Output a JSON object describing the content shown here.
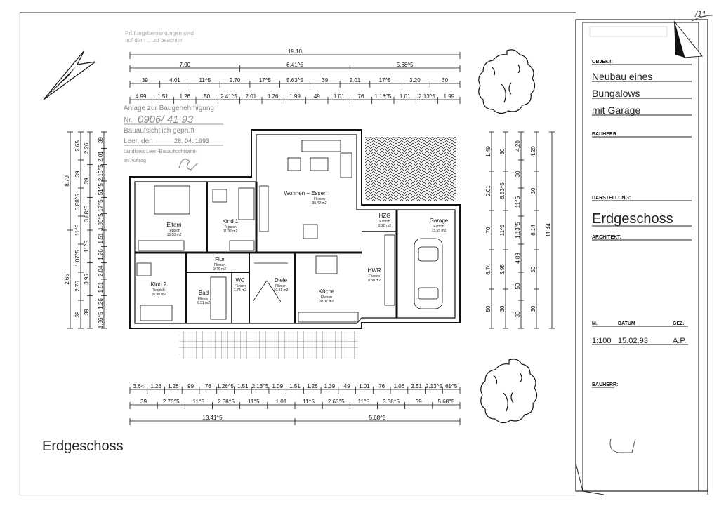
{
  "title_block": {
    "corner_mark": "/11",
    "objekt_label": "OBJEKT:",
    "objekt_lines": [
      "Neubau eines",
      "Bungalows",
      "mit Garage"
    ],
    "bauherr_label": "BAUHERR:",
    "darstellung_label": "DARSTELLUNG:",
    "darstellung_value": "Erdgeschoss",
    "architekt_label": "ARCHITEKT:",
    "scale_label": "M.",
    "date_label": "DATUM",
    "drawn_label": "GEZ.",
    "scale_value": "1:100",
    "date_value": "15.02.93",
    "drawn_value": "A.P.",
    "bauherr2_label": "BAUHERR:"
  },
  "stamp": {
    "top_note": [
      "Prüfungsbemerkungen sind",
      "auf dem ... zu beachten"
    ],
    "line1": "Anlage zur Baugenehmigung",
    "nr_label": "Nr.",
    "nr_value": "0906/ 41 93",
    "line3": "Bauaufsichtlich geprüft",
    "place_label": "Leer, den",
    "date": "28. 04. 1993",
    "line5": "Landkreis Leer -Bauaufsichtsamt-",
    "line6": "Im Auftrag"
  },
  "sheet_title": "Erdgeschoss",
  "rooms": [
    {
      "name": "Eltern",
      "floor": "Teppich",
      "area": "15.58 m2"
    },
    {
      "name": "Kind 1",
      "floor": "Teppich",
      "area": "11.32 m2"
    },
    {
      "name": "Wohnen + Essen",
      "floor": "Fliesen",
      "area": "35.42 m2"
    },
    {
      "name": "Flur",
      "floor": "Fliesen",
      "area": "3.76 m2"
    },
    {
      "name": "Kind 2",
      "floor": "Teppich",
      "area": "10.90 m2"
    },
    {
      "name": "Bad",
      "floor": "Fliesen",
      "area": "6.51 m2"
    },
    {
      "name": "WC",
      "floor": "Fliesen",
      "area": "1.73 m2"
    },
    {
      "name": "Diele",
      "floor": "Fliesen",
      "area": "10.41 m2"
    },
    {
      "name": "Küche",
      "floor": "Fliesen",
      "area": "10.37 m2"
    },
    {
      "name": "HZG",
      "floor": "Estrich",
      "area": "2.28 m2"
    },
    {
      "name": "HWR",
      "floor": "Fliesen",
      "area": "9.80 m2"
    },
    {
      "name": "Garage",
      "floor": "Estrich",
      "area": "15.65 m2"
    }
  ],
  "dimensions": {
    "top_row1": [
      "19.10"
    ],
    "top_row2": [
      "7.00",
      "6.41^5",
      "5.68^5"
    ],
    "top_row3": [
      "39",
      "4.01",
      "11^5",
      "2.70",
      "17^5",
      "5.63^5",
      "39",
      "2.01",
      "17^5",
      "3.20",
      "30"
    ],
    "top_row4": [
      "4.99",
      "1.51",
      "1.26",
      "50",
      "2.41^5",
      "2.01",
      "1.26",
      "1.99",
      "49",
      "1.01",
      "76",
      "1.18^5",
      "1.01",
      "2.13^5",
      "1.99"
    ],
    "bottom_row1": [
      "3.64",
      "1.26",
      "1.26",
      "99",
      "76",
      "1.26^5",
      "1.51",
      "2.13^5",
      "1.09",
      "1.51",
      "1.26",
      "1.39",
      "49",
      "1.01",
      "76",
      "1.06",
      "2.51",
      "2.13^5",
      "61^5"
    ],
    "bottom_row2": [
      "39",
      "2.76^5",
      "11^5",
      "2.38^5",
      "11^5",
      "1.01",
      "11^5",
      "2.63^5",
      "11^5",
      "3.38^5",
      "39",
      "5.68^5"
    ],
    "bottom_row3": [
      "13.41^5",
      "5.68^5"
    ],
    "left_row1": [
      "8.79",
      "2.65"
    ],
    "left_row2": [
      "2.65",
      "39",
      "3.88^5",
      "11^5",
      "1.07^5",
      "2.76",
      "39"
    ],
    "left_row3": [
      "2.26",
      "39",
      "3.88^5",
      "11^5",
      "3.95",
      "39"
    ],
    "left_row4": [
      "39",
      "2.01",
      "2.13^5",
      "51^5",
      "17^5",
      "1.86^5",
      "1.51",
      "1.26",
      "2.04",
      "1.51",
      "1.26",
      "1.86^5"
    ],
    "right_row1": [
      "1.49",
      "2.01",
      "70",
      "6.74",
      "50"
    ],
    "right_row2": [
      "30",
      "6.53^5",
      "11^5",
      "3.95",
      "30"
    ],
    "right_row3": [
      "4.20",
      "30",
      "11^5",
      "1.13^5",
      "4.89",
      "50",
      "30"
    ],
    "right_row4": [
      "4.20",
      "30",
      "6.14",
      "50",
      "30"
    ],
    "right_row5": [
      "11.44"
    ]
  },
  "colors": {
    "ink": "#111111",
    "stamp": "#8a8a8a",
    "paper": "#ffffff"
  }
}
